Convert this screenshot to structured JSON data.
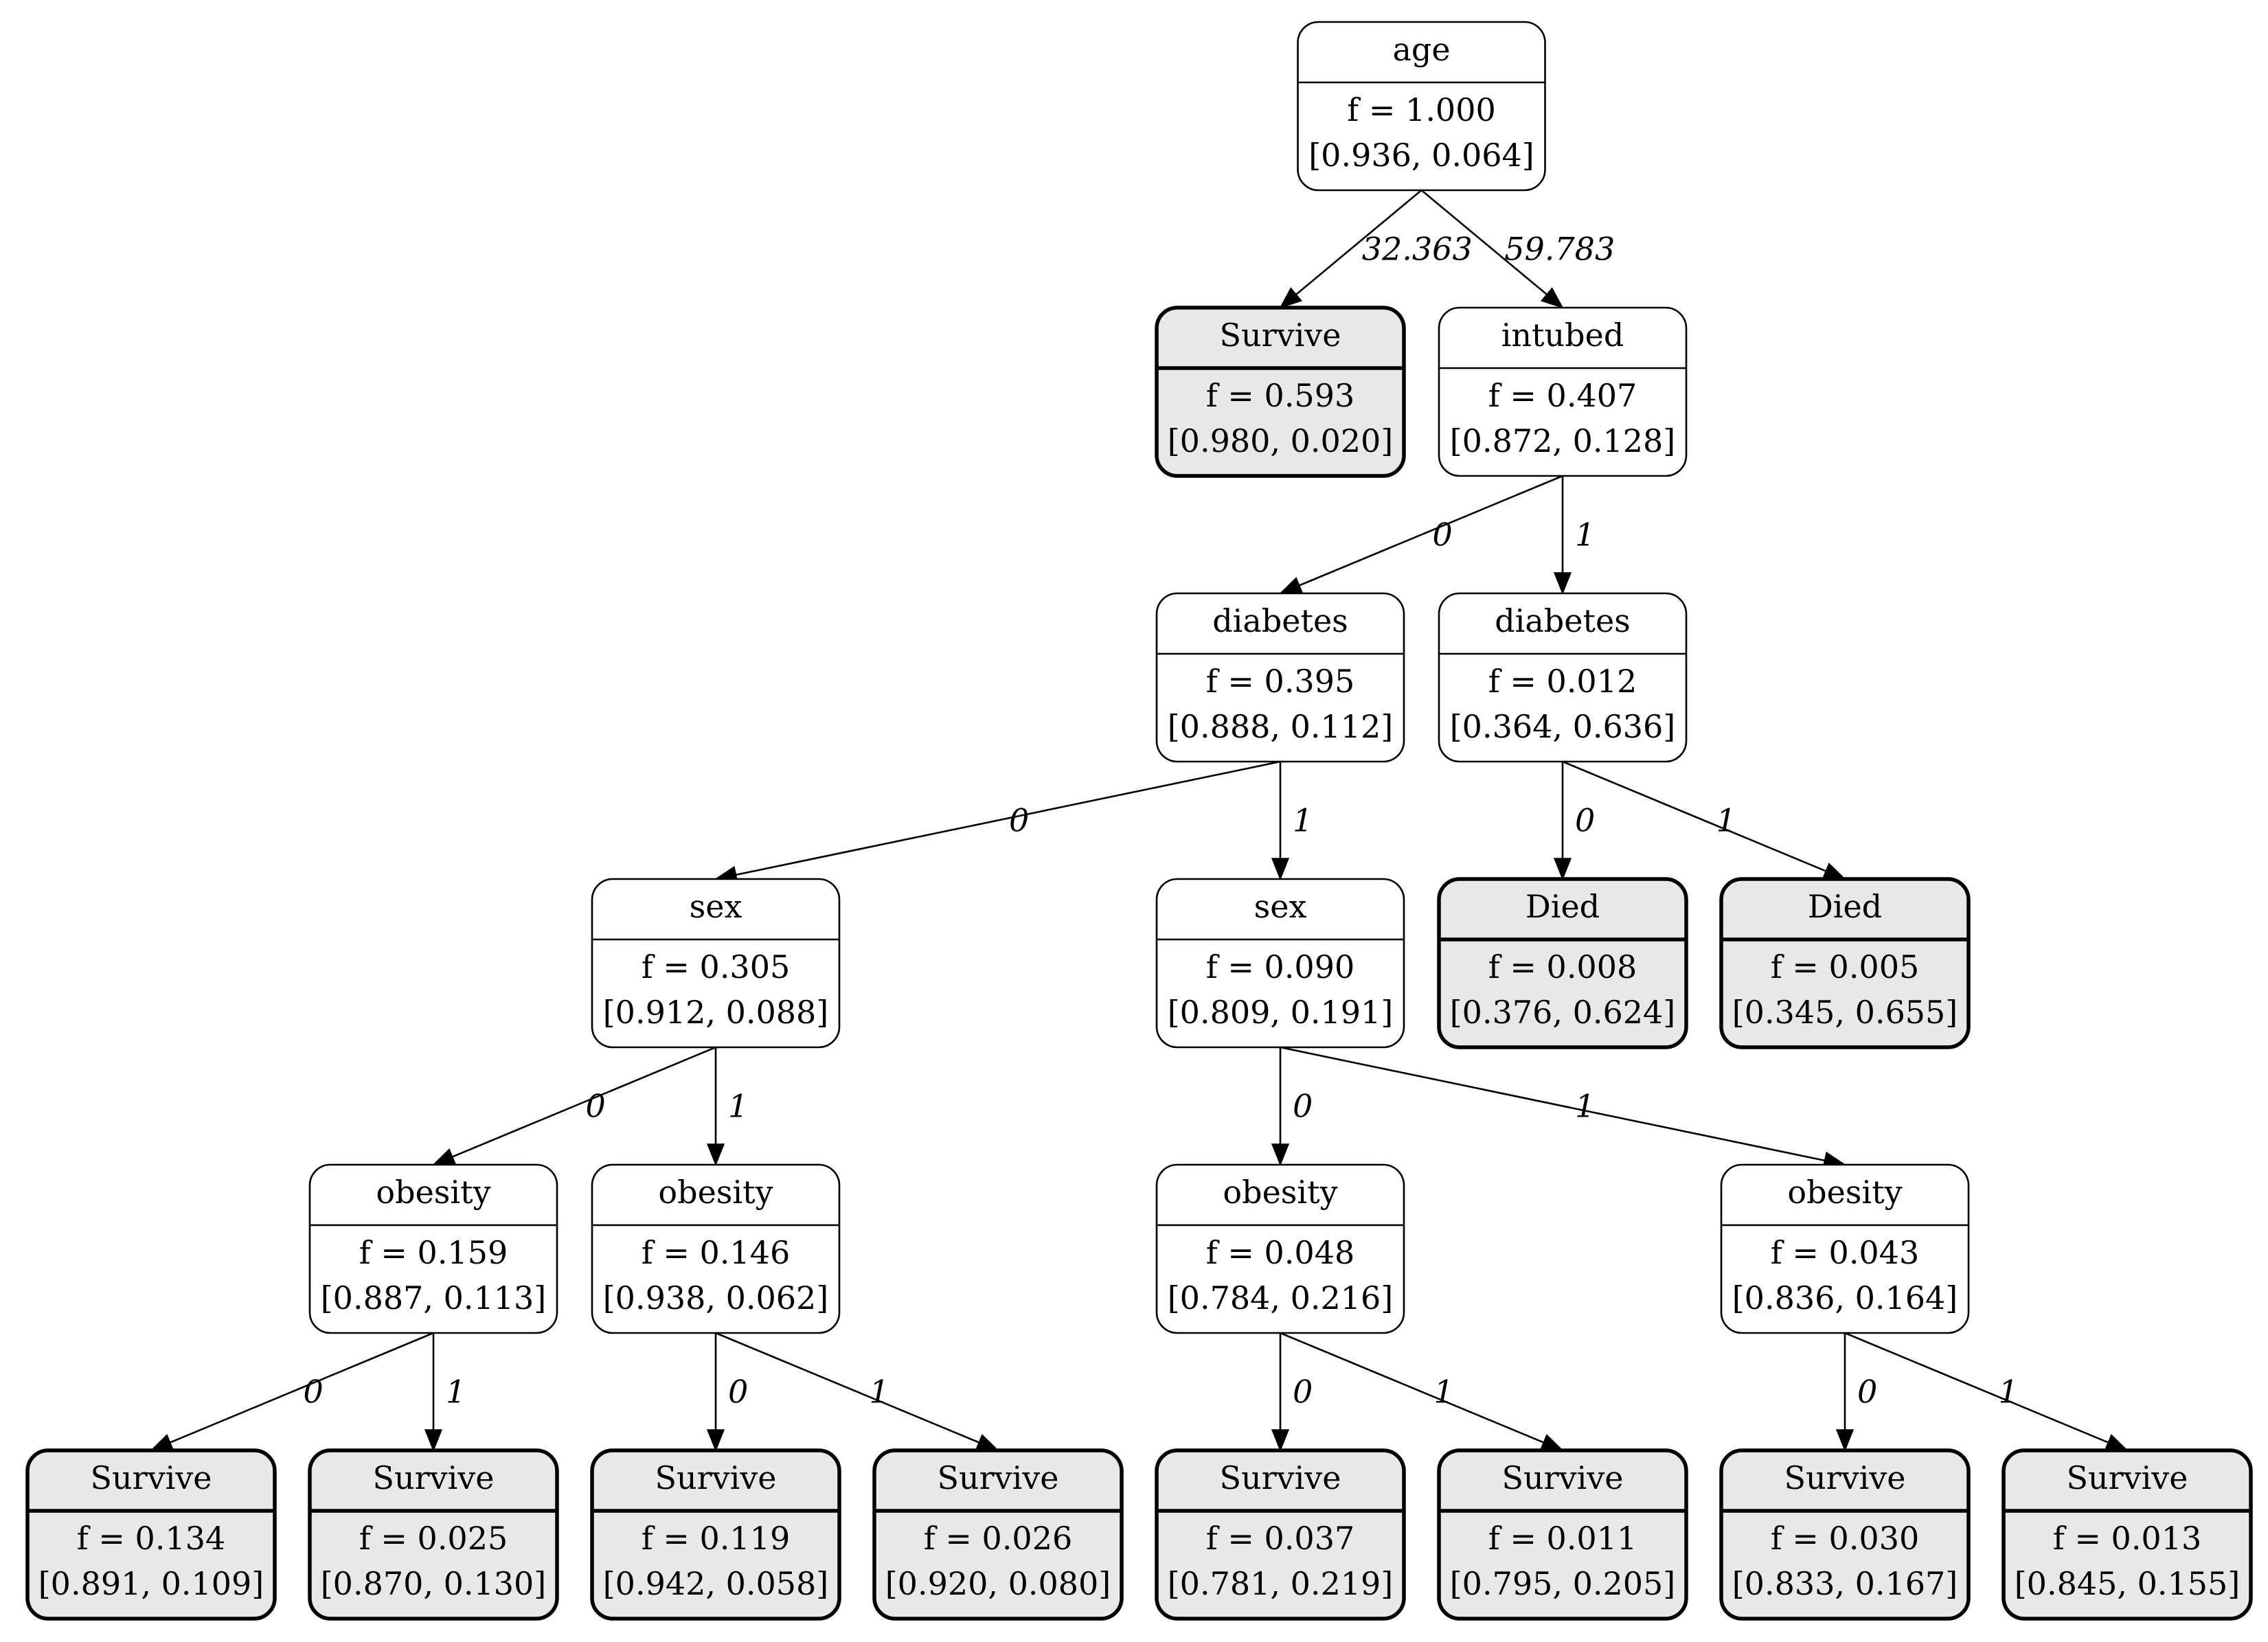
{
  "nodes": [
    {
      "id": "n0",
      "name": "age",
      "f": "f = 1.000",
      "dist": "[0.936, 0.064]",
      "leaf": false
    },
    {
      "id": "n1",
      "name": "Survive",
      "f": "f = 0.593",
      "dist": "[0.980, 0.020]",
      "leaf": true
    },
    {
      "id": "n2",
      "name": "intubed",
      "f": "f = 0.407",
      "dist": "[0.872, 0.128]",
      "leaf": false
    },
    {
      "id": "n3",
      "name": "diabetes",
      "f": "f = 0.395",
      "dist": "[0.888, 0.112]",
      "leaf": false
    },
    {
      "id": "n4",
      "name": "diabetes",
      "f": "f = 0.012",
      "dist": "[0.364, 0.636]",
      "leaf": false
    },
    {
      "id": "n5",
      "name": "sex",
      "f": "f = 0.305",
      "dist": "[0.912, 0.088]",
      "leaf": false
    },
    {
      "id": "n6",
      "name": "sex",
      "f": "f = 0.090",
      "dist": "[0.809, 0.191]",
      "leaf": false
    },
    {
      "id": "n7",
      "name": "Died",
      "f": "f = 0.008",
      "dist": "[0.376, 0.624]",
      "leaf": true
    },
    {
      "id": "n8",
      "name": "Died",
      "f": "f = 0.005",
      "dist": "[0.345, 0.655]",
      "leaf": true
    },
    {
      "id": "n9",
      "name": "obesity",
      "f": "f = 0.159",
      "dist": "[0.887, 0.113]",
      "leaf": false
    },
    {
      "id": "n10",
      "name": "obesity",
      "f": "f = 0.146",
      "dist": "[0.938, 0.062]",
      "leaf": false
    },
    {
      "id": "n11",
      "name": "obesity",
      "f": "f = 0.048",
      "dist": "[0.784, 0.216]",
      "leaf": false
    },
    {
      "id": "n12",
      "name": "obesity",
      "f": "f = 0.043",
      "dist": "[0.836, 0.164]",
      "leaf": false
    },
    {
      "id": "n13",
      "name": "Survive",
      "f": "f = 0.134",
      "dist": "[0.891, 0.109]",
      "leaf": true
    },
    {
      "id": "n14",
      "name": "Survive",
      "f": "f = 0.025",
      "dist": "[0.870, 0.130]",
      "leaf": true
    },
    {
      "id": "n15",
      "name": "Survive",
      "f": "f = 0.119",
      "dist": "[0.942, 0.058]",
      "leaf": true
    },
    {
      "id": "n16",
      "name": "Survive",
      "f": "f = 0.026",
      "dist": "[0.920, 0.080]",
      "leaf": true
    },
    {
      "id": "n17",
      "name": "Survive",
      "f": "f = 0.037",
      "dist": "[0.781, 0.219]",
      "leaf": true
    },
    {
      "id": "n18",
      "name": "Survive",
      "f": "f = 0.011",
      "dist": "[0.795, 0.205]",
      "leaf": true
    },
    {
      "id": "n19",
      "name": "Survive",
      "f": "f = 0.030",
      "dist": "[0.833, 0.167]",
      "leaf": true
    },
    {
      "id": "n20",
      "name": "Survive",
      "f": "f = 0.013",
      "dist": "[0.845, 0.155]",
      "leaf": true
    }
  ],
  "edges": [
    {
      "from": "n0",
      "to": "n1",
      "label": "32.363"
    },
    {
      "from": "n0",
      "to": "n2",
      "label": "59.783"
    },
    {
      "from": "n2",
      "to": "n3",
      "label": "0"
    },
    {
      "from": "n2",
      "to": "n4",
      "label": "1"
    },
    {
      "from": "n3",
      "to": "n5",
      "label": "0"
    },
    {
      "from": "n3",
      "to": "n6",
      "label": "1"
    },
    {
      "from": "n4",
      "to": "n7",
      "label": "0"
    },
    {
      "from": "n4",
      "to": "n8",
      "label": "1"
    },
    {
      "from": "n5",
      "to": "n9",
      "label": "0"
    },
    {
      "from": "n5",
      "to": "n10",
      "label": "1"
    },
    {
      "from": "n6",
      "to": "n11",
      "label": "0"
    },
    {
      "from": "n6",
      "to": "n12",
      "label": "1"
    },
    {
      "from": "n9",
      "to": "n13",
      "label": "0"
    },
    {
      "from": "n9",
      "to": "n14",
      "label": "1"
    },
    {
      "from": "n10",
      "to": "n15",
      "label": "0"
    },
    {
      "from": "n10",
      "to": "n16",
      "label": "1"
    },
    {
      "from": "n11",
      "to": "n17",
      "label": "0"
    },
    {
      "from": "n11",
      "to": "n18",
      "label": "1"
    },
    {
      "from": "n12",
      "to": "n19",
      "label": "0"
    },
    {
      "from": "n12",
      "to": "n20",
      "label": "1"
    }
  ]
}
